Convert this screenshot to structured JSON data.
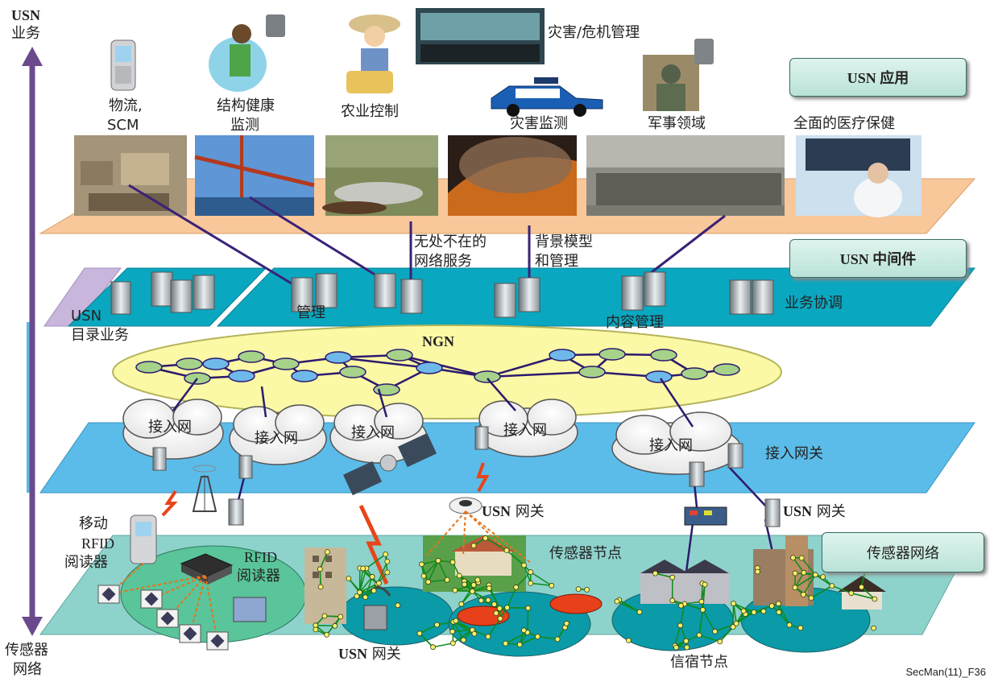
{
  "axis": {
    "top_label_1": "USN",
    "top_label_2": "业务",
    "bottom_label_1": "传感器",
    "bottom_label_2": "网络"
  },
  "layer_boxes": {
    "applications": "USN 应用",
    "middleware": "USN 中间件",
    "sensor_network": "传感器网络"
  },
  "applications": [
    {
      "label_1": "物流,",
      "label_2": "SCM"
    },
    {
      "label_1": "结构健康",
      "label_2": "监测"
    },
    {
      "label_1": "农业控制",
      "label_2": ""
    },
    {
      "label_1": "灾害/危机管理",
      "label_2": ""
    },
    {
      "label_1": "灾害监测",
      "label_2": ""
    },
    {
      "label_1": "军事领域",
      "label_2": ""
    },
    {
      "label_1": "全面的医疗保健",
      "label_2": ""
    }
  ],
  "middleware": {
    "ubiquitous_1": "无处不在的",
    "ubiquitous_2": "网络服务",
    "context_1": "背景模型",
    "context_2": "和管理",
    "directory_1": "USN",
    "directory_2": "目录业务",
    "management": "管理",
    "content_management": "内容管理",
    "service_coordination": "业务协调"
  },
  "ngn": {
    "label": "NGN"
  },
  "access": {
    "access_network": "接入网",
    "access_gateway": "接入网关"
  },
  "sensor_layer": {
    "mobile_rfid_1": "移动",
    "mobile_rfid_2": "RFID",
    "mobile_rfid_3": "阅读器",
    "rfid_reader_1": "RFID",
    "rfid_reader_2": "阅读器",
    "usn_gateway_bold": "USN",
    "usn_gateway_text": " 网关",
    "sensor_node": "传感器节点",
    "sink_node": "信宿节点"
  },
  "footer": "SecMan(11)_F36",
  "colors": {
    "axis": "#6a4a8c",
    "axis_light": "#5ab8e6",
    "app_plane": "#f8c79a",
    "middleware_plane": "#0aa7c0",
    "access_plane": "#5bbce9",
    "sensor_plane": "#8ed2cc",
    "ngn_cloud": "#fbf9a6",
    "network_link": "#2c1a6e",
    "node_green": "#a6d28a",
    "node_blue": "#6fb9ea",
    "sensor_link": "#0e8c1a",
    "sensor_node": "#f4f26a"
  }
}
